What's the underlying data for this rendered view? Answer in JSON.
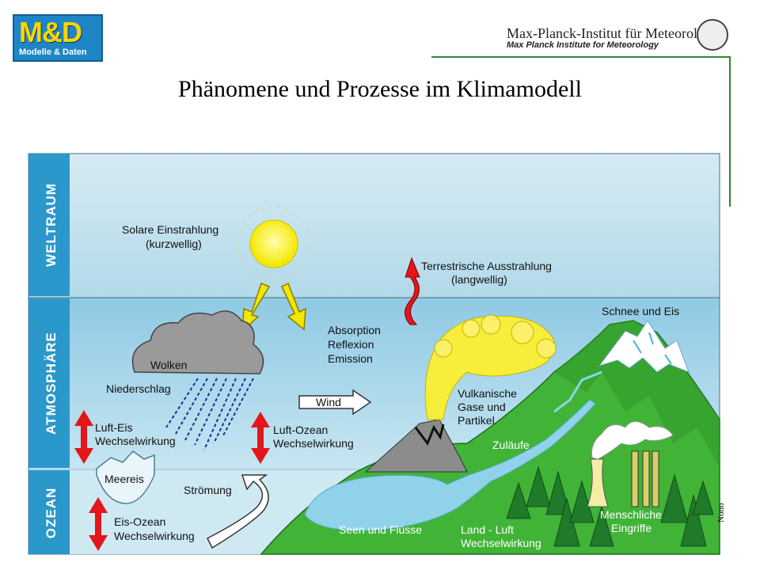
{
  "logo": {
    "main": "M&D",
    "sub": "Modelle & Daten"
  },
  "institute": {
    "name_de": "Max-Planck-Institut für Meteorologie",
    "name_en": "Max Planck Institute for Meteorology"
  },
  "title": "Phänomene und Prozesse im Klimamodell",
  "zones": {
    "space": "WELTRAUM",
    "atmosphere": "ATMOSPHÄRE",
    "ocean": "OZEAN"
  },
  "labels": {
    "solar_1": "Solare Einstrahlung",
    "solar_2": "(kurzwellig)",
    "terrestrial_1": "Terrestrische Ausstrahlung",
    "terrestrial_2": "(langwellig)",
    "absorption": "Absorption",
    "reflexion": "Reflexion",
    "emission": "Emission",
    "clouds": "Wolken",
    "precipitation": "Niederschlag",
    "wind": "Wind",
    "volcanic_1": "Vulkanische",
    "volcanic_2": "Gase und",
    "volcanic_3": "Partikel",
    "snow_ice": "Schnee und Eis",
    "air_ice_1": "Luft-Eis",
    "air_ice_2": "Wechselwirkung",
    "air_ocean_1": "Luft-Ozean",
    "air_ocean_2": "Wechselwirkung",
    "tributaries": "Zuläufe",
    "sea_ice": "Meereis",
    "current": "Strömung",
    "ice_ocean_1": "Eis-Ozean",
    "ice_ocean_2": "Wechselwirkung",
    "lakes_rivers": "Seen und Flüsse",
    "land_air_1": "Land - Luft",
    "land_air_2": "Wechselwirkung",
    "human_1": "Menschliche",
    "human_2": "Eingriffe"
  },
  "side_note": "Nono",
  "colors": {
    "sky_top": "#c9e3ee",
    "band": "#2a95c9",
    "land": "#3fb43a",
    "water": "#7fcbe2",
    "arrow_red": "#e3161b",
    "arrow_yellow": "#f3e600"
  }
}
